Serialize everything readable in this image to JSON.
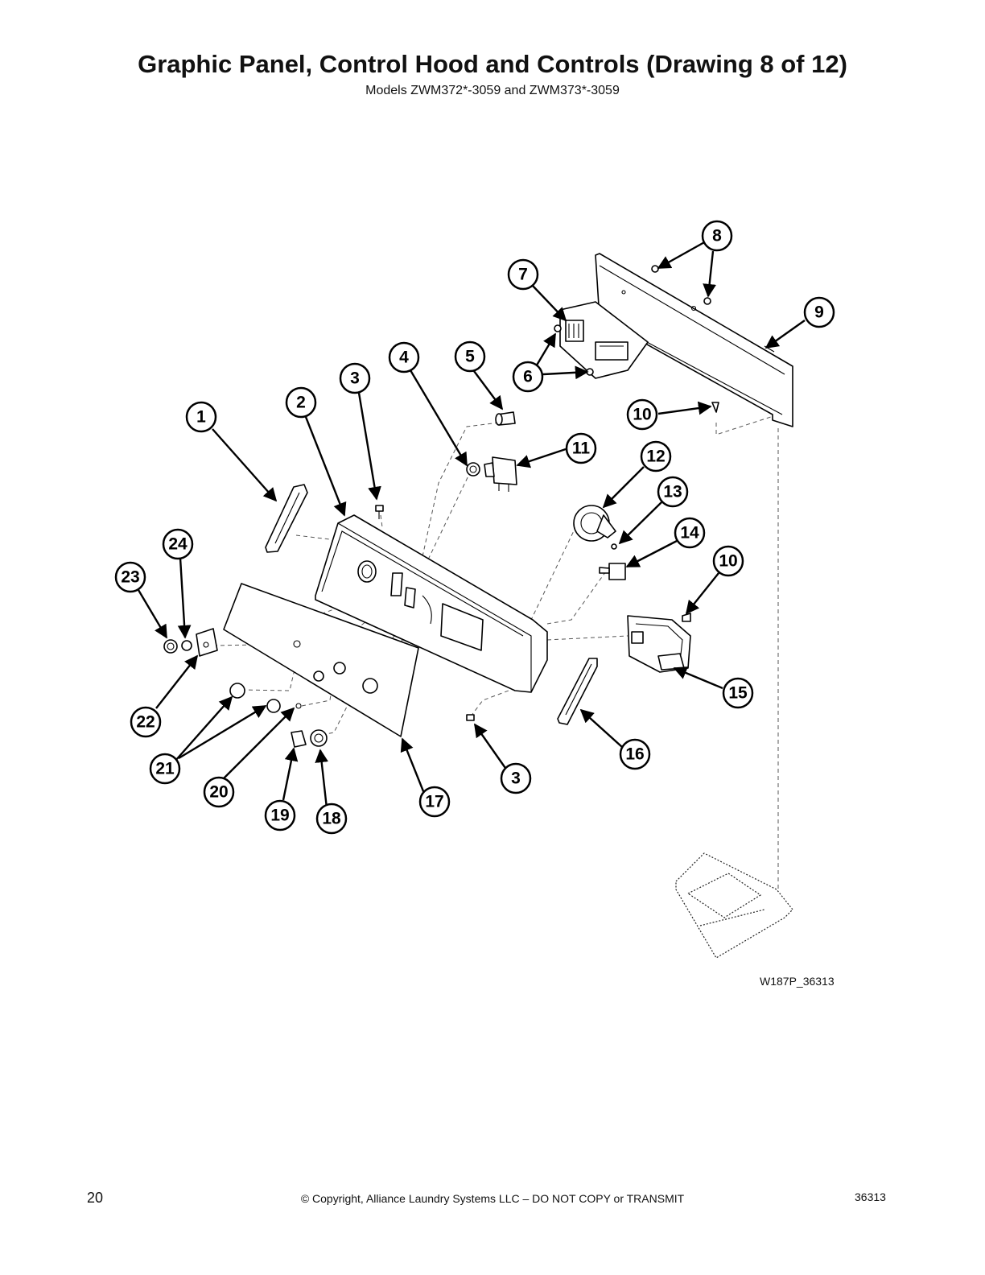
{
  "title": "Graphic Panel, Control Hood and Controls (Drawing 8 of 12)",
  "subtitle": "Models ZWM372*-3059 and ZWM373*-3059",
  "figure_id": "W187P_36313",
  "footer": {
    "page_number": "20",
    "copyright": "© Copyright, Alliance Laundry Systems LLC – DO NOT COPY or TRANSMIT",
    "document_number": "36313"
  },
  "callouts": [
    {
      "id": "c1",
      "label": "1"
    },
    {
      "id": "c2",
      "label": "2"
    },
    {
      "id": "c3a",
      "label": "3"
    },
    {
      "id": "c3b",
      "label": "3"
    },
    {
      "id": "c4",
      "label": "4"
    },
    {
      "id": "c5",
      "label": "5"
    },
    {
      "id": "c6",
      "label": "6"
    },
    {
      "id": "c7",
      "label": "7"
    },
    {
      "id": "c8",
      "label": "8"
    },
    {
      "id": "c9",
      "label": "9"
    },
    {
      "id": "c10a",
      "label": "10"
    },
    {
      "id": "c10b",
      "label": "10"
    },
    {
      "id": "c11",
      "label": "11"
    },
    {
      "id": "c12",
      "label": "12"
    },
    {
      "id": "c13",
      "label": "13"
    },
    {
      "id": "c14",
      "label": "14"
    },
    {
      "id": "c15",
      "label": "15"
    },
    {
      "id": "c16",
      "label": "16"
    },
    {
      "id": "c17",
      "label": "17"
    },
    {
      "id": "c18",
      "label": "18"
    },
    {
      "id": "c19",
      "label": "19"
    },
    {
      "id": "c20",
      "label": "20"
    },
    {
      "id": "c21",
      "label": "21"
    },
    {
      "id": "c22",
      "label": "22"
    },
    {
      "id": "c23",
      "label": "23"
    },
    {
      "id": "c24",
      "label": "24"
    }
  ]
}
